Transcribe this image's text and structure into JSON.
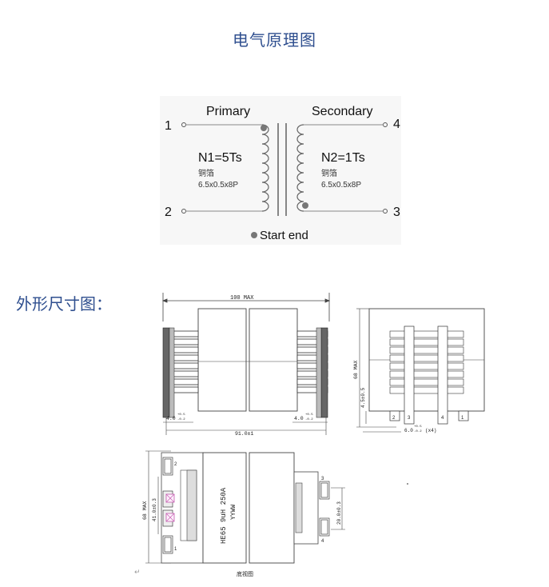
{
  "title": "电气原理图",
  "dimensions_title": "外形尺寸图：",
  "schematic": {
    "primary_label": "Primary",
    "secondary_label": "Secondary",
    "pin_1": "1",
    "pin_2": "2",
    "pin_3": "3",
    "pin_4": "4",
    "n1": "N1=5Ts",
    "n2": "N2=1Ts",
    "primary_material": "铜箔",
    "secondary_material": "铜箔",
    "primary_spec": "6.5x0.5x8P",
    "secondary_spec": "6.5x0.5x8P",
    "start_end": "Start end"
  },
  "front_view": {
    "width_max": "100 MAX",
    "lead_left": "4.0",
    "lead_left_tol_plus": "+0.5",
    "lead_left_tol_minus": "-0.2",
    "lead_right": "4.0",
    "lead_right_tol_plus": "+0.5",
    "lead_right_tol_minus": "-0.2",
    "pitch": "91.0±1"
  },
  "side_view": {
    "height_max": "68 MAX",
    "standoff": "4.5±0.5",
    "pin_a": "2",
    "pin_b": "3",
    "pin_c": "4",
    "pin_d": "1",
    "pin_width": "6.0",
    "pin_width_tol_plus": "+0.5",
    "pin_width_tol_minus": "-0.2",
    "pin_width_count": "(x4)"
  },
  "bottom_view": {
    "height_max": "68 MAX",
    "spacing_left": "41.0±0.3",
    "spacing_right": "20.0±0.3",
    "pin_2": "2",
    "pin_1": "1",
    "pin_3": "3",
    "pin_4": "4",
    "marking_part": "HE65 9uH 250A",
    "marking_code": "YYWW",
    "caption": "底视图"
  },
  "return_mark": "↵"
}
